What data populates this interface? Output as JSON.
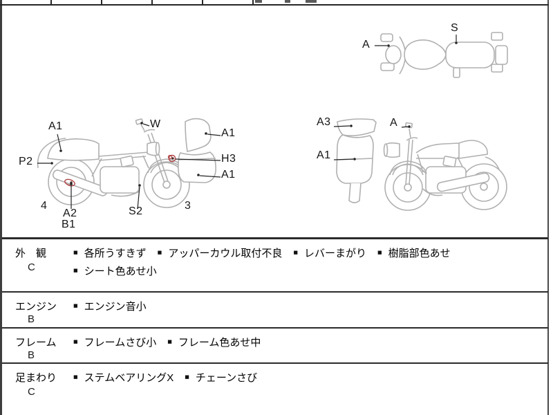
{
  "report": {
    "bullet": "■",
    "rows": [
      {
        "category": "外　観",
        "grade": "C",
        "items": [
          "各所うすきず",
          "アッパーカウル取付不良",
          "レバーまがり",
          "樹脂部色あせ",
          "シート色あせ小"
        ]
      },
      {
        "category": "エンジン",
        "grade": "B",
        "items": [
          "エンジン音小"
        ]
      },
      {
        "category": "フレーム",
        "grade": "B",
        "items": [
          "フレームさび小",
          "フレーム色あせ中"
        ]
      },
      {
        "category": "足まわり",
        "grade": "C",
        "items": [
          "ステムベアリングX",
          "チェーンさび"
        ]
      }
    ]
  },
  "diagrams": {
    "colors": {
      "outline": "#b0b0b0",
      "marker": "#b04040",
      "label": "#141414"
    },
    "top_view": {
      "labels": {
        "a": "A",
        "s": "S"
      }
    },
    "left_view": {
      "labels": {
        "a1_rear": "A1",
        "p2": "P2",
        "w": "W",
        "a1_upper": "A1",
        "h3": "H3",
        "a1_lower": "A1",
        "a2": "A2",
        "b1": "B1",
        "s2": "S2"
      },
      "numbers": {
        "rear": "4",
        "front": "3"
      }
    },
    "right_view": {
      "labels": {
        "a3": "A3",
        "a": "A",
        "a1": "A1"
      }
    }
  }
}
